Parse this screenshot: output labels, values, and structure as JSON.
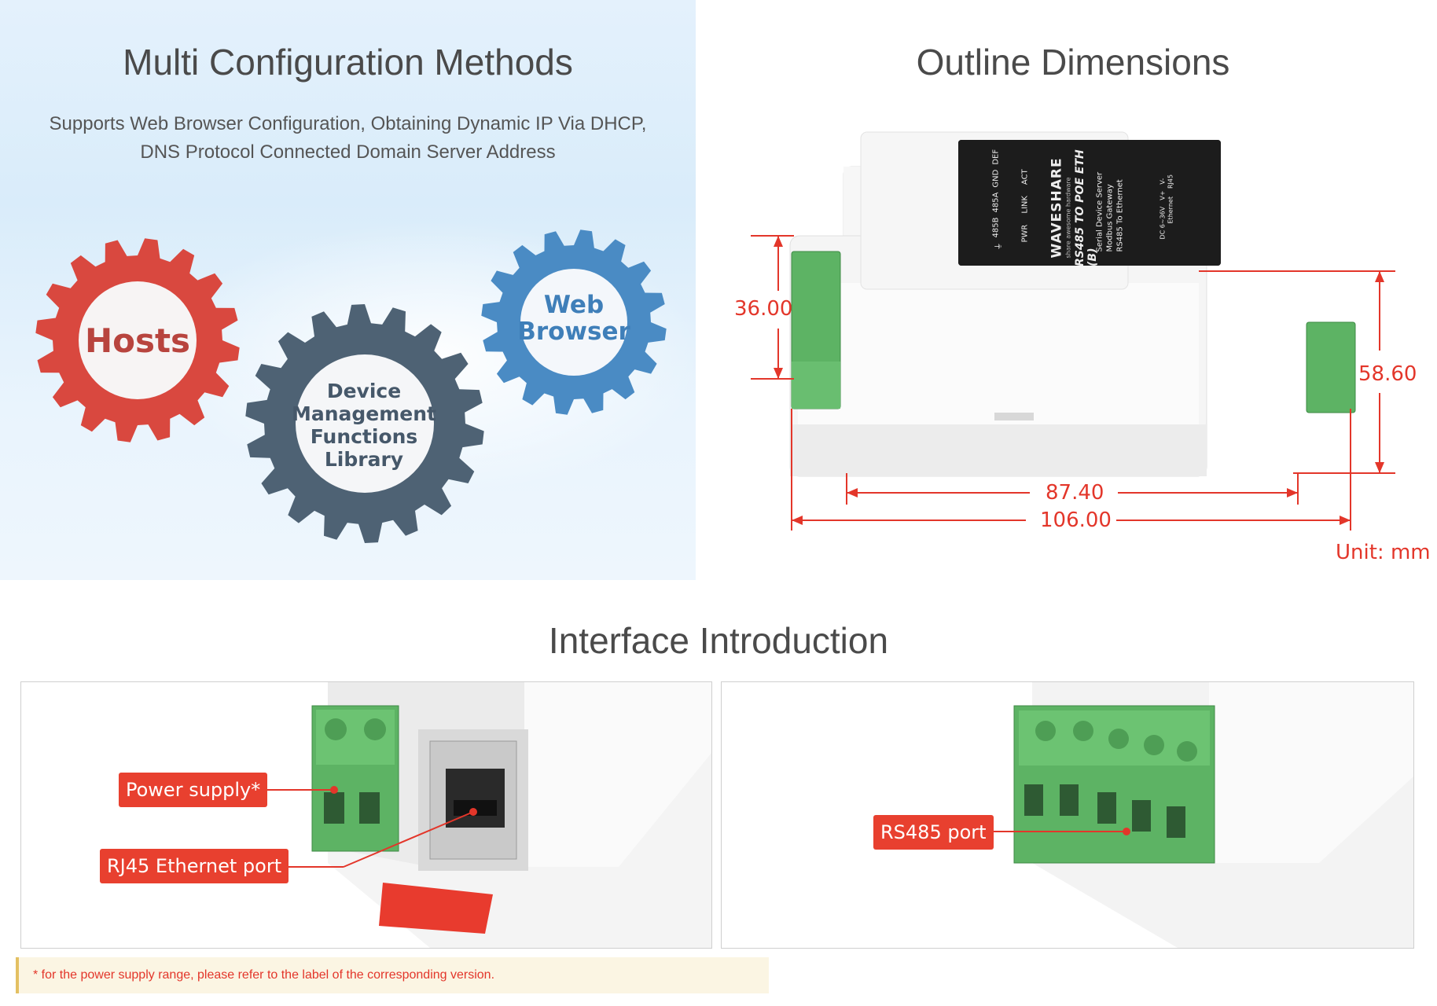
{
  "config_section": {
    "title": "Multi Configuration Methods",
    "subtitle_line1": "Supports Web Browser Configuration, Obtaining Dynamic IP Via DHCP,",
    "subtitle_line2": "DNS Protocol Connected Domain Server Address",
    "gears": {
      "hosts": "Hosts",
      "device_line1": "Device",
      "device_line2": "Management",
      "device_line3": "Functions",
      "device_line4": "Library",
      "web_line1": "Web",
      "web_line2": "Browser"
    },
    "colors": {
      "hosts": "#d9483f",
      "device": "#4e6274",
      "web": "#4a8bc4"
    }
  },
  "dimensions_section": {
    "title": "Outline Dimensions",
    "dim_height_left": "36.00",
    "dim_height_right": "58.60",
    "dim_width_inner": "87.40",
    "dim_width_outer": "106.00",
    "unit": "Unit: mm",
    "device_label": {
      "brand": "WAVESHARE",
      "tagline": "share awesome hardware",
      "model": "RS485 TO POE ETH (B)",
      "func1": "Serial Device Server",
      "func2": "Modbus Gateway",
      "func3": "RS485 To Ethernet",
      "pins": [
        "⏚",
        "485B",
        "485A",
        "GND",
        "DEF"
      ],
      "leds": [
        "PWR",
        "LINK",
        "ACT"
      ],
      "power": "DC 6~36V",
      "power_pins": [
        "V+",
        "V-"
      ],
      "eth": "Ethernet",
      "rj45": "RJ45"
    }
  },
  "interface_section": {
    "title": "Interface Introduction",
    "callouts": {
      "power": "Power supply*",
      "rj45": "RJ45 Ethernet port",
      "rs485": "RS485 port"
    },
    "footnote": "* for the power supply range, please refer to the label of the corresponding version."
  }
}
